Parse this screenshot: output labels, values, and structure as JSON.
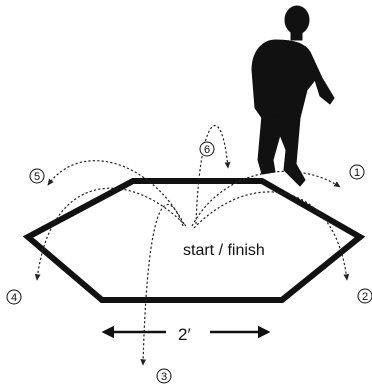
{
  "figure": {
    "center_label": "start / finish",
    "distance_label": "2′",
    "markers": [
      "1",
      "2",
      "3",
      "4",
      "5",
      "6"
    ]
  },
  "icons": [
    "jumper-silhouette-icon",
    "hexagon-outline",
    "dotted-jump-arrow-icon",
    "double-arrow-icon"
  ]
}
